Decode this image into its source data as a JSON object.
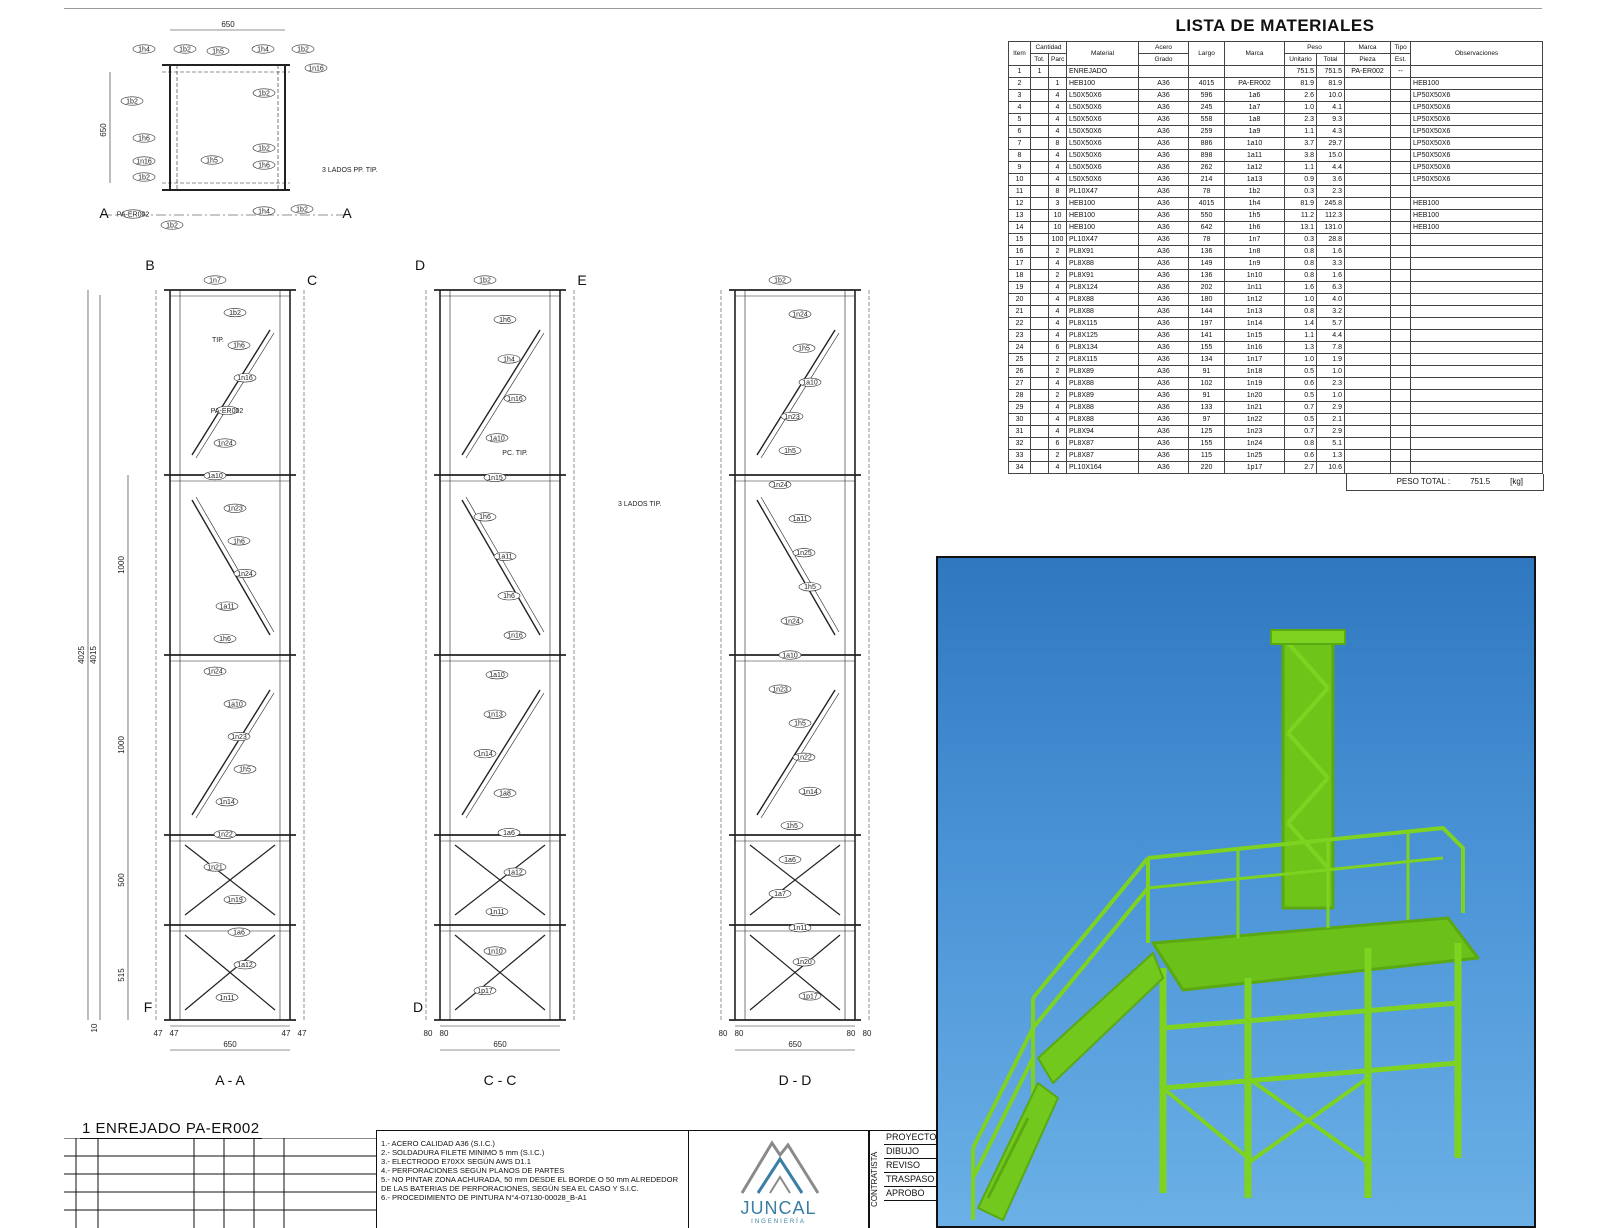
{
  "drawing": {
    "title": "1  ENREJADO  PA-ER002",
    "plan": {
      "dim_width": "650",
      "dim_height": "650",
      "section_mark": "A",
      "note": "3 LADOS PP. TIP.",
      "labels": [
        "1h4",
        "1b2",
        "1h5",
        "1h4",
        "1b2",
        "1n16",
        "1b2",
        "1b2",
        "1h6",
        "1n16",
        "1h5",
        "1b2",
        "1h6",
        "1b2",
        "PA-ER002",
        "1b2",
        "1h4",
        "1b2"
      ]
    },
    "sections": [
      {
        "name": "A - A",
        "top_mark": "B",
        "side_mark": "C",
        "bottom_mark": "F",
        "width_dim": "650",
        "small_dims": [
          "47",
          "47",
          "47",
          "47"
        ]
      },
      {
        "name": "C - C",
        "top_mark": "D",
        "side_mark": "E",
        "bottom_mark": "D",
        "width_dim": "650",
        "small_dims": [
          "80",
          "80"
        ]
      },
      {
        "name": "D - D",
        "width_dim": "650",
        "small_dims": [
          "80",
          "80",
          "80",
          "80"
        ]
      }
    ],
    "height_dims": [
      "4025",
      "4015",
      "1000",
      "1000",
      "500",
      "515",
      "10"
    ],
    "elev_labels_a": [
      "1n7",
      "1b2",
      "1h6",
      "1n16",
      "PA-ER002",
      "1n24",
      "1a10",
      "1n23",
      "1h6",
      "1n24",
      "1a11",
      "1h6",
      "1n24",
      "1a10",
      "1n23",
      "1h5",
      "1n14",
      "1n22",
      "1n21",
      "1n19",
      "1a6",
      "1a12",
      "1n11"
    ],
    "elev_labels_c": [
      "1b2",
      "1h6",
      "1h4",
      "1n16",
      "1a10",
      "1n15",
      "1h6",
      "1a11",
      "1h6",
      "1n16",
      "1a10",
      "1n13",
      "1n14",
      "1a8",
      "1a6",
      "1a12",
      "1n11",
      "1n10",
      "1p17"
    ],
    "elev_labels_d": [
      "1b2",
      "1n24",
      "1h5",
      "1a10",
      "1n23",
      "1h5",
      "1n24",
      "1a11",
      "1n25",
      "1h5",
      "1n24",
      "1a10",
      "1n23",
      "1h5",
      "1n22",
      "1n14",
      "1h5",
      "1a6",
      "1a7",
      "1n11",
      "1n20",
      "1p17"
    ],
    "weld_notes": [
      "TIP.",
      "PC. TIP.",
      "3 LADOS TIP."
    ]
  },
  "bom": {
    "title": "LISTA DE MATERIALES",
    "headers": {
      "item": "Item",
      "cantidad": "Cantidad",
      "tot": "Tot.",
      "parc": "Parc",
      "material": "Material",
      "acero": "Acero",
      "grado": "Grado",
      "largo": "Largo",
      "marca": "Marca",
      "peso": "Peso",
      "unitario": "Unitario",
      "total": "Total",
      "marca_pieza": "Marca",
      "pieza": "Pieza",
      "tipo": "Tipo",
      "est": "Est.",
      "observaciones": "Observaciones"
    },
    "rows": [
      [
        "1",
        "1",
        "",
        "ENREJADO",
        "",
        "",
        "",
        "751.5",
        "751.5",
        "PA-ER002",
        "--",
        ""
      ],
      [
        "2",
        "",
        "1",
        "HEB100",
        "A36",
        "4015",
        "PA-ER002",
        "81.9",
        "81.9",
        "",
        "",
        "HEB100"
      ],
      [
        "3",
        "",
        "4",
        "L50X50X6",
        "A36",
        "596",
        "1a6",
        "2.6",
        "10.0",
        "",
        "",
        "LP50X50X6"
      ],
      [
        "4",
        "",
        "4",
        "L50X50X6",
        "A36",
        "245",
        "1a7",
        "1.0",
        "4.1",
        "",
        "",
        "LP50X50X6"
      ],
      [
        "5",
        "",
        "4",
        "L50X50X6",
        "A36",
        "558",
        "1a8",
        "2.3",
        "9.3",
        "",
        "",
        "LP50X50X6"
      ],
      [
        "6",
        "",
        "4",
        "L50X50X6",
        "A36",
        "259",
        "1a9",
        "1.1",
        "4.3",
        "",
        "",
        "LP50X50X6"
      ],
      [
        "7",
        "",
        "8",
        "L50X50X6",
        "A36",
        "886",
        "1a10",
        "3.7",
        "29.7",
        "",
        "",
        "LP50X50X6"
      ],
      [
        "8",
        "",
        "4",
        "L50X50X6",
        "A36",
        "898",
        "1a11",
        "3.8",
        "15.0",
        "",
        "",
        "LP50X50X6"
      ],
      [
        "9",
        "",
        "4",
        "L50X50X6",
        "A36",
        "262",
        "1a12",
        "1.1",
        "4.4",
        "",
        "",
        "LP50X50X6"
      ],
      [
        "10",
        "",
        "4",
        "L50X50X6",
        "A36",
        "214",
        "1a13",
        "0.9",
        "3.6",
        "",
        "",
        "LP50X50X6"
      ],
      [
        "11",
        "",
        "8",
        "PL10X47",
        "A36",
        "78",
        "1b2",
        "0.3",
        "2.3",
        "",
        "",
        ""
      ],
      [
        "12",
        "",
        "3",
        "HEB100",
        "A36",
        "4015",
        "1h4",
        "81.9",
        "245.8",
        "",
        "",
        "HEB100"
      ],
      [
        "13",
        "",
        "10",
        "HEB100",
        "A36",
        "550",
        "1h5",
        "11.2",
        "112.3",
        "",
        "",
        "HEB100"
      ],
      [
        "14",
        "",
        "10",
        "HEB100",
        "A36",
        "642",
        "1h6",
        "13.1",
        "131.0",
        "",
        "",
        "HEB100"
      ],
      [
        "15",
        "",
        "100",
        "PL10X47",
        "A36",
        "78",
        "1n7",
        "0.3",
        "28.8",
        "",
        "",
        ""
      ],
      [
        "16",
        "",
        "2",
        "PL8X91",
        "A36",
        "136",
        "1n8",
        "0.8",
        "1.6",
        "",
        "",
        ""
      ],
      [
        "17",
        "",
        "4",
        "PL8X88",
        "A36",
        "149",
        "1n9",
        "0.8",
        "3.3",
        "",
        "",
        ""
      ],
      [
        "18",
        "",
        "2",
        "PL8X91",
        "A36",
        "136",
        "1n10",
        "0.8",
        "1.6",
        "",
        "",
        ""
      ],
      [
        "19",
        "",
        "4",
        "PL8X124",
        "A36",
        "202",
        "1n11",
        "1.6",
        "6.3",
        "",
        "",
        ""
      ],
      [
        "20",
        "",
        "4",
        "PL8X88",
        "A36",
        "180",
        "1n12",
        "1.0",
        "4.0",
        "",
        "",
        ""
      ],
      [
        "21",
        "",
        "4",
        "PL8X88",
        "A36",
        "144",
        "1n13",
        "0.8",
        "3.2",
        "",
        "",
        ""
      ],
      [
        "22",
        "",
        "4",
        "PL8X115",
        "A36",
        "197",
        "1n14",
        "1.4",
        "5.7",
        "",
        "",
        ""
      ],
      [
        "23",
        "",
        "4",
        "PL8X125",
        "A36",
        "141",
        "1n15",
        "1.1",
        "4.4",
        "",
        "",
        ""
      ],
      [
        "24",
        "",
        "6",
        "PL8X134",
        "A36",
        "155",
        "1n16",
        "1.3",
        "7.8",
        "",
        "",
        ""
      ],
      [
        "25",
        "",
        "2",
        "PL8X115",
        "A36",
        "134",
        "1n17",
        "1.0",
        "1.9",
        "",
        "",
        ""
      ],
      [
        "26",
        "",
        "2",
        "PL8X89",
        "A36",
        "91",
        "1n18",
        "0.5",
        "1.0",
        "",
        "",
        ""
      ],
      [
        "27",
        "",
        "4",
        "PL8X88",
        "A36",
        "102",
        "1n19",
        "0.6",
        "2.3",
        "",
        "",
        ""
      ],
      [
        "28",
        "",
        "2",
        "PL8X89",
        "A36",
        "91",
        "1n20",
        "0.5",
        "1.0",
        "",
        "",
        ""
      ],
      [
        "29",
        "",
        "4",
        "PL8X88",
        "A36",
        "133",
        "1n21",
        "0.7",
        "2.9",
        "",
        "",
        ""
      ],
      [
        "30",
        "",
        "4",
        "PL8X88",
        "A36",
        "97",
        "1n22",
        "0.5",
        "2.1",
        "",
        "",
        ""
      ],
      [
        "31",
        "",
        "4",
        "PL8X94",
        "A36",
        "125",
        "1n23",
        "0.7",
        "2.9",
        "",
        "",
        ""
      ],
      [
        "32",
        "",
        "6",
        "PL8X87",
        "A36",
        "155",
        "1n24",
        "0.8",
        "5.1",
        "",
        "",
        ""
      ],
      [
        "33",
        "",
        "2",
        "PL8X87",
        "A36",
        "115",
        "1n25",
        "0.6",
        "1.3",
        "",
        "",
        ""
      ],
      [
        "34",
        "",
        "4",
        "PL10X164",
        "A36",
        "220",
        "1p17",
        "2.7",
        "10.6",
        "",
        "",
        ""
      ]
    ],
    "total_label": "PESO TOTAL :",
    "total_value": "751.5",
    "total_unit": "[kg]"
  },
  "notes": [
    "1.- ACERO CALIDAD A36 (S.I.C.)",
    "2.- SOLDADURA FILETE MINIMO 5 mm (S.I.C.)",
    "3.- ELECTRODO E70XX SEGÚN AWS D1.1",
    "4.- PERFORACIONES SEGÚN PLANOS DE PARTES",
    "5.- NO PINTAR ZONA ACHURADA, 50 mm DESDE EL BORDE O 50 mm ALREDEDOR",
    "     DE LAS BATERIAS DE PERFORACIONES, SEGÚN SEA EL CASO Y S.I.C.",
    "6.- PROCEDIMIENTO DE PINTURA N°4-07130-00028_B-A1"
  ],
  "logo": {
    "name": "JUNCAL",
    "sub": "INGENIERÍA"
  },
  "title_block": {
    "contratista": "CONTRATISTA",
    "roles": [
      "PROYECTO",
      "DIBUJO",
      "REVISO",
      "TRASPASO",
      "APROBO"
    ]
  },
  "colors": {
    "steel_green": "#7ed321",
    "sky_blue": "#3b85c9",
    "logo_blue": "#3a7ea6"
  }
}
